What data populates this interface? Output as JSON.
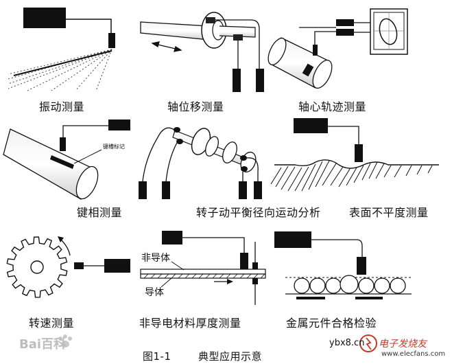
{
  "labels": {
    "vibration": "振动测量",
    "axial": "轴位移测量",
    "orbit": "轴心轨迹测量",
    "keyphasor": "键相测量",
    "rotor_balance": "转子动平衡径向运动分析",
    "surface": "表面不平度测量",
    "speed": "转速测量",
    "nonconductor": "非导电材料厚度测量",
    "metal_parts": "金属元件合格检验"
  },
  "inline": {
    "nonconductor_label": "非导体",
    "conductor_label": "导体",
    "keyslot_note": "键槽标记"
  },
  "caption": {
    "number": "图1-1",
    "title": "典型应用示意"
  },
  "watermarks": {
    "left": "Bai百科",
    "right_site": "ybx8.cn",
    "right_brand": "电子发烧友",
    "right_url": "www.elecfans.com"
  },
  "colors": {
    "ink": "#111111",
    "brand_red": "#c0392b",
    "watermark_gray": "#b8b8b8"
  }
}
